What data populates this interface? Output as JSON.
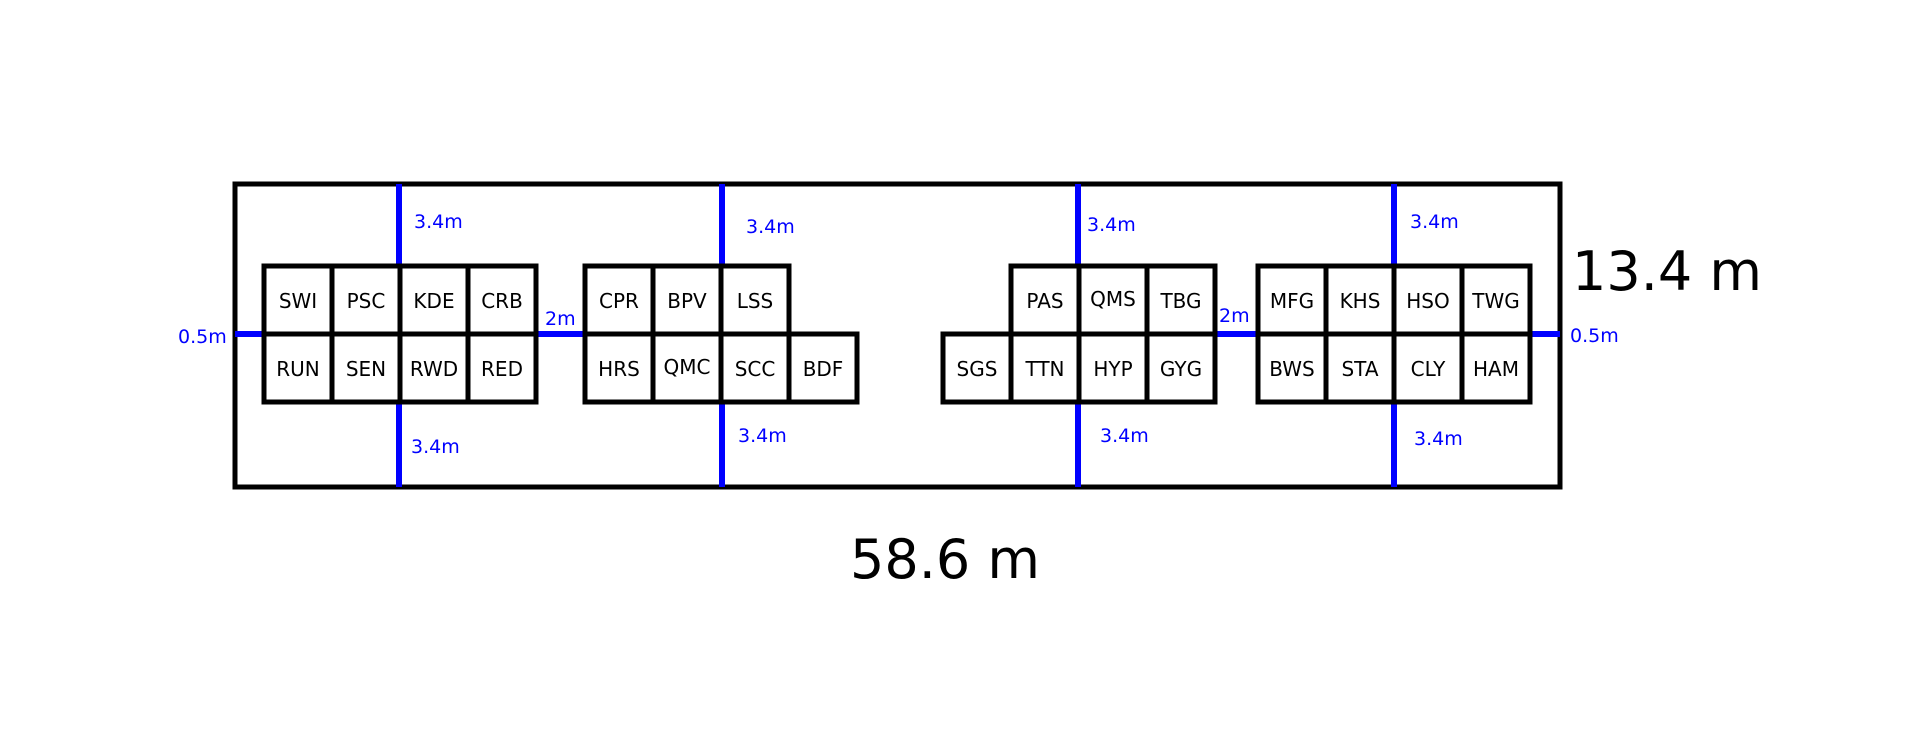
{
  "colors": {
    "dimension": "#0000ff",
    "outline": "#000000",
    "background": "#ffffff"
  },
  "hall": {
    "width_label": "58.6 m",
    "height_label": "13.4 m"
  },
  "dimensions": {
    "aisle_top": [
      "3.4m",
      "3.4m",
      "3.4m",
      "3.4m"
    ],
    "aisle_bottom": [
      "3.4m",
      "3.4m",
      "3.4m",
      "3.4m"
    ],
    "gap_left": "0.5m",
    "gap_right": "0.5m",
    "gap_middle_left": "2m",
    "gap_middle_right": "2m"
  },
  "booth_groups": [
    {
      "top": [
        "SWI",
        "PSC",
        "KDE",
        "CRB"
      ],
      "bottom": [
        "RUN",
        "SEN",
        "RWD",
        "RED"
      ]
    },
    {
      "top": [
        "CPR",
        "BPV",
        "LSS"
      ],
      "bottom": [
        "HRS",
        "QMC",
        "SCC",
        "BDF"
      ]
    },
    {
      "top": [
        "PAS",
        "QMS",
        "TBG"
      ],
      "bottom": [
        "SGS",
        "TTN",
        "HYP",
        "GYG"
      ]
    },
    {
      "top": [
        "MFG",
        "KHS",
        "HSO",
        "TWG"
      ],
      "bottom": [
        "BWS",
        "STA",
        "CLY",
        "HAM"
      ]
    }
  ]
}
